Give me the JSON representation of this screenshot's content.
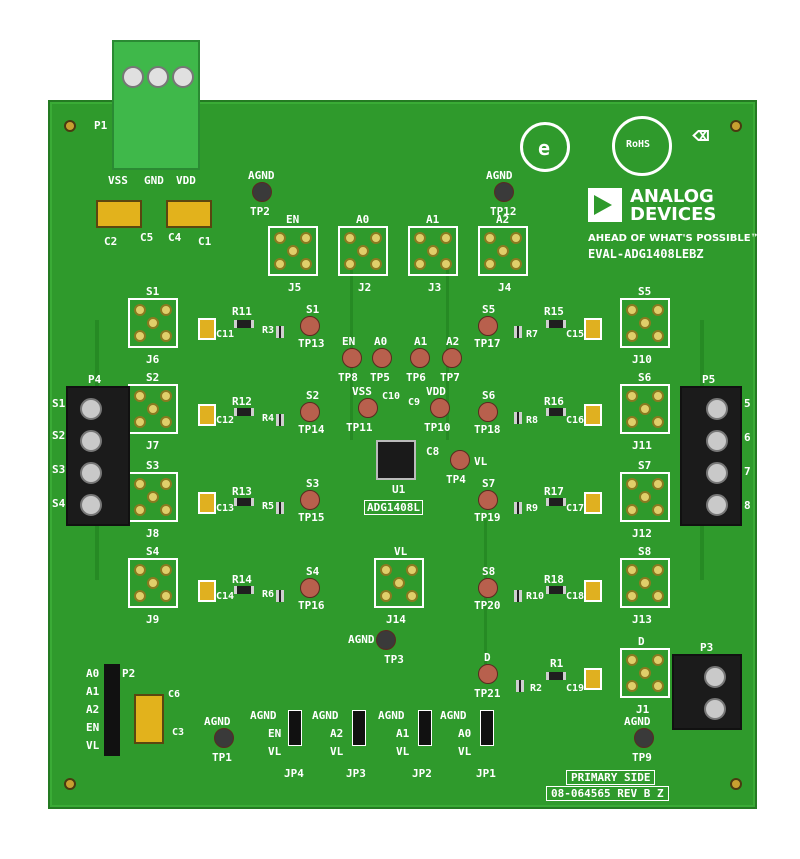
{
  "board": {
    "brand_line1": "ANALOG",
    "brand_line2": "DEVICES",
    "tagline": "AHEAD OF WHAT'S POSSIBLE™",
    "model": "EVAL-ADG1408LEBZ",
    "rohs_label": "RoHS",
    "side_label": "PRIMARY SIDE",
    "rev_label": "08-064565 REV B Z",
    "chip_label": "ADG1408L",
    "chip_ref": "U1"
  },
  "power": {
    "connector": "P1",
    "vss": "VSS",
    "gnd": "GND",
    "vdd": "VDD",
    "c2": "C2",
    "c5": "C5",
    "c4": "C4",
    "c1": "C1"
  },
  "top_testpoints": {
    "agnd_left": "AGND",
    "tp2": "TP2",
    "agnd_right": "AGND",
    "tp12": "TP12"
  },
  "top_headers": [
    {
      "label": "EN",
      "ref": "J5"
    },
    {
      "label": "A0",
      "ref": "J2"
    },
    {
      "label": "A1",
      "ref": "J3"
    },
    {
      "label": "A2",
      "ref": "J4"
    }
  ],
  "left_channels": [
    {
      "s": "S1",
      "j": "J6",
      "cap": "C11",
      "r_series": "R11",
      "r_term": "R3",
      "tp_label": "S1",
      "tp": "TP13"
    },
    {
      "s": "S2",
      "j": "J7",
      "cap": "C12",
      "r_series": "R12",
      "r_term": "R4",
      "tp_label": "S2",
      "tp": "TP14"
    },
    {
      "s": "S3",
      "j": "J8",
      "cap": "C13",
      "r_series": "R13",
      "r_term": "R5",
      "tp_label": "S3",
      "tp": "TP15"
    },
    {
      "s": "S4",
      "j": "J9",
      "cap": "C14",
      "r_series": "R14",
      "r_term": "R6",
      "tp_label": "S4",
      "tp": "TP16"
    }
  ],
  "right_channels": [
    {
      "s": "S5",
      "j": "J10",
      "cap": "C15",
      "r_series": "R15",
      "r_term": "R7",
      "tp_label": "S5",
      "tp": "TP17"
    },
    {
      "s": "S6",
      "j": "J11",
      "cap": "C16",
      "r_series": "R16",
      "r_term": "R8",
      "tp_label": "S6",
      "tp": "TP18"
    },
    {
      "s": "S7",
      "j": "J12",
      "cap": "C17",
      "r_series": "R17",
      "r_term": "R9",
      "tp_label": "S7",
      "tp": "TP19"
    },
    {
      "s": "S8",
      "j": "J13",
      "cap": "C18",
      "r_series": "R18",
      "r_term": "R10",
      "tp_label": "S8",
      "tp": "TP20"
    }
  ],
  "center_tps": {
    "en": "EN",
    "tp8": "TP8",
    "a0": "A0",
    "tp5": "TP5",
    "a1": "A1",
    "tp6": "TP6",
    "a2": "A2",
    "tp7": "TP7",
    "vss": "VSS",
    "tp11": "TP11",
    "c10": "C10",
    "vdd": "VDD",
    "tp10": "TP10",
    "c9": "C9",
    "c8": "C8",
    "vl": "VL",
    "tp4": "TP4"
  },
  "left_terminal": {
    "ref": "P4",
    "pins": [
      "S1",
      "S2",
      "S3",
      "S4"
    ]
  },
  "right_terminal": {
    "ref": "P5",
    "pins": [
      "5",
      "6",
      "7",
      "8"
    ]
  },
  "vl_header": {
    "label": "VL",
    "ref": "J14"
  },
  "agnd_center": {
    "label": "AGND",
    "tp": "TP3"
  },
  "drain": {
    "label": "D",
    "tp": "TP21",
    "r1": "R1",
    "r2": "R2",
    "cap": "C19",
    "j_label": "D",
    "j": "J1",
    "p3": "P3",
    "agnd": "AGND",
    "tp9": "TP9"
  },
  "p2": {
    "ref": "P2",
    "pins": [
      "A0",
      "A1",
      "A2",
      "EN",
      "VL"
    ],
    "c6": "C6",
    "c3": "C3"
  },
  "tp1": {
    "agnd": "AGND",
    "tp": "TP1"
  },
  "jumpers": [
    {
      "top": "AGND",
      "mid": "EN",
      "bot": "VL",
      "ref": "JP4"
    },
    {
      "top": "AGND",
      "mid": "A2",
      "bot": "VL",
      "ref": "JP3"
    },
    {
      "top": "AGND",
      "mid": "A1",
      "bot": "VL",
      "ref": "JP2"
    },
    {
      "top": "AGND",
      "mid": "A0",
      "bot": "VL",
      "ref": "JP1"
    }
  ],
  "colors": {
    "pcb": "#2f9a2c",
    "silkscreen": "#ffffff",
    "testpoint": "#b8604d",
    "terminal_green": "#3fb84a"
  }
}
